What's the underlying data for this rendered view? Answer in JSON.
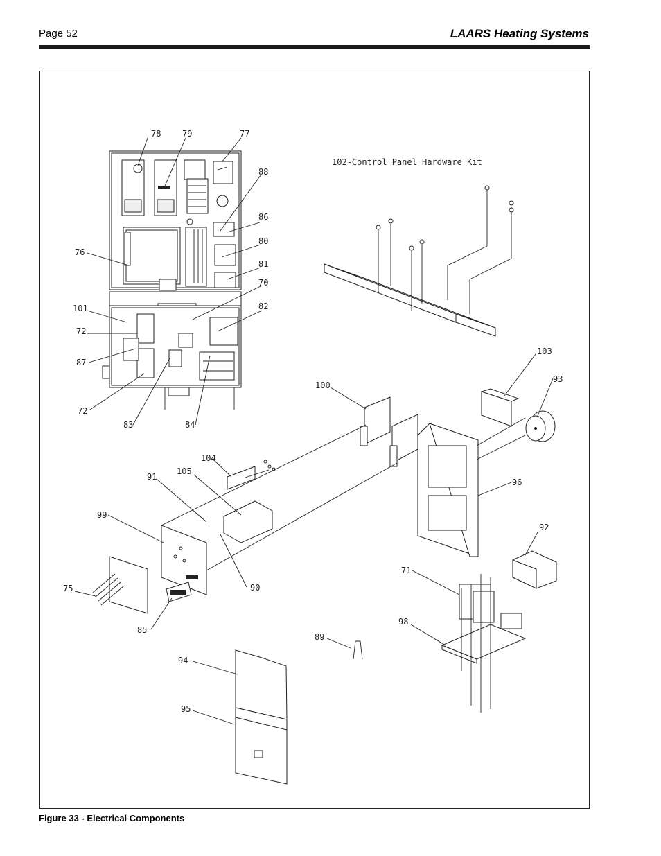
{
  "header": {
    "page_number": "Page 52",
    "brand": "LAARS Heating Systems"
  },
  "figure": {
    "caption": "Figure 33 - Electrical Components",
    "kit_label": "102-Control Panel Hardware Kit",
    "callouts": [
      {
        "id": "c78",
        "text": "78"
      },
      {
        "id": "c79",
        "text": "79"
      },
      {
        "id": "c77",
        "text": "77"
      },
      {
        "id": "c88",
        "text": "88"
      },
      {
        "id": "c86",
        "text": "86"
      },
      {
        "id": "c80",
        "text": "80"
      },
      {
        "id": "c81",
        "text": "81"
      },
      {
        "id": "c70",
        "text": "70"
      },
      {
        "id": "c82",
        "text": "82"
      },
      {
        "id": "c76",
        "text": "76"
      },
      {
        "id": "c101",
        "text": "101"
      },
      {
        "id": "c72a",
        "text": "72"
      },
      {
        "id": "c87",
        "text": "87"
      },
      {
        "id": "c72b",
        "text": "72"
      },
      {
        "id": "c83",
        "text": "83"
      },
      {
        "id": "c84",
        "text": "84"
      },
      {
        "id": "c100",
        "text": "100"
      },
      {
        "id": "c103",
        "text": "103"
      },
      {
        "id": "c93",
        "text": "93"
      },
      {
        "id": "c104",
        "text": "104"
      },
      {
        "id": "c105",
        "text": "105"
      },
      {
        "id": "c91",
        "text": "91"
      },
      {
        "id": "c99",
        "text": "99"
      },
      {
        "id": "c96",
        "text": "96"
      },
      {
        "id": "c92",
        "text": "92"
      },
      {
        "id": "c71",
        "text": "71"
      },
      {
        "id": "c90",
        "text": "90"
      },
      {
        "id": "c75",
        "text": "75"
      },
      {
        "id": "c98",
        "text": "98"
      },
      {
        "id": "c85",
        "text": "85"
      },
      {
        "id": "c89",
        "text": "89"
      },
      {
        "id": "c94",
        "text": "94"
      },
      {
        "id": "c95",
        "text": "95"
      }
    ]
  }
}
